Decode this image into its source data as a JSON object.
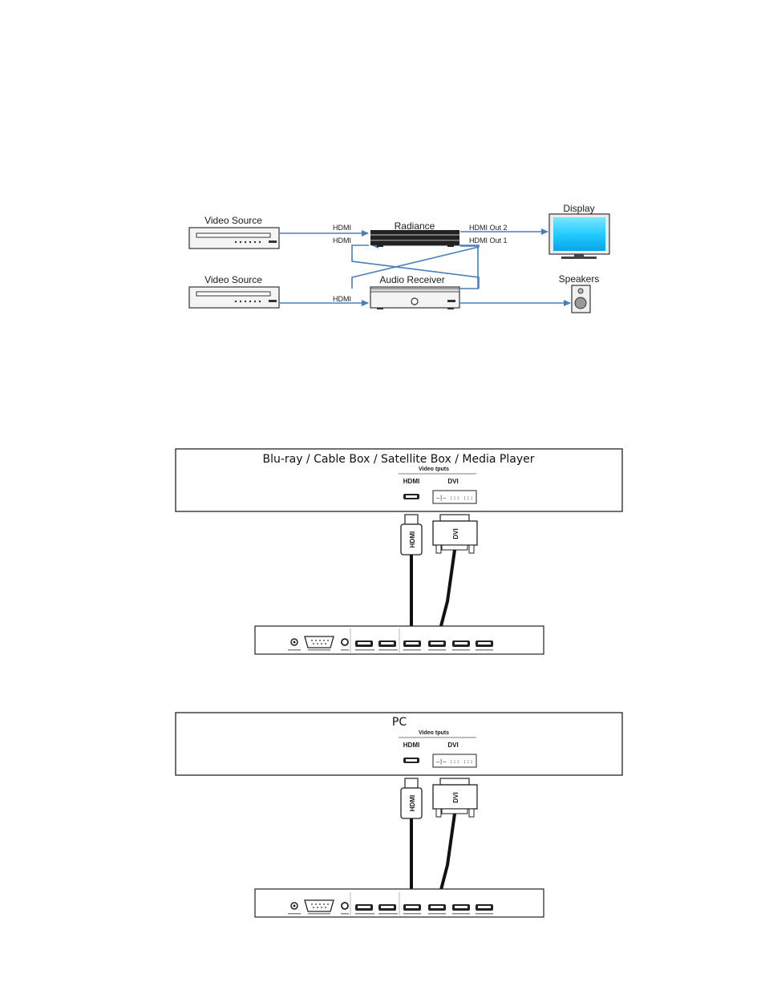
{
  "diagram1": {
    "video_source_top": "Video Source",
    "video_source_bottom": "Video Source",
    "radiance": "Radiance",
    "audio_receiver": "Audio Receiver",
    "display": "Display",
    "speakers": "Speakers",
    "hdmi_in_top": "HDMI",
    "hdmi_in_mid": "HDMI",
    "hdmi_in_bottom": "HDMI",
    "hdmi_out_2": "HDMI Out 2",
    "hdmi_out_1": "HDMI Out 1",
    "line_color": "#4a7ebb"
  },
  "diagram2": {
    "title": "Blu-ray /  Cable Box / Satellite Box / Media Player",
    "section_label": "Video tputs",
    "hdmi_label": "HDMI",
    "dvi_label": "DVI",
    "hdmi_plug_label": "HDMI",
    "dvi_plug_label": "DVI"
  },
  "diagram3": {
    "title": "PC",
    "section_label": "Video tputs",
    "hdmi_label": "HDMI",
    "dvi_label": "DVI",
    "hdmi_plug_label": "HDMI",
    "dvi_plug_label": "DVI"
  }
}
